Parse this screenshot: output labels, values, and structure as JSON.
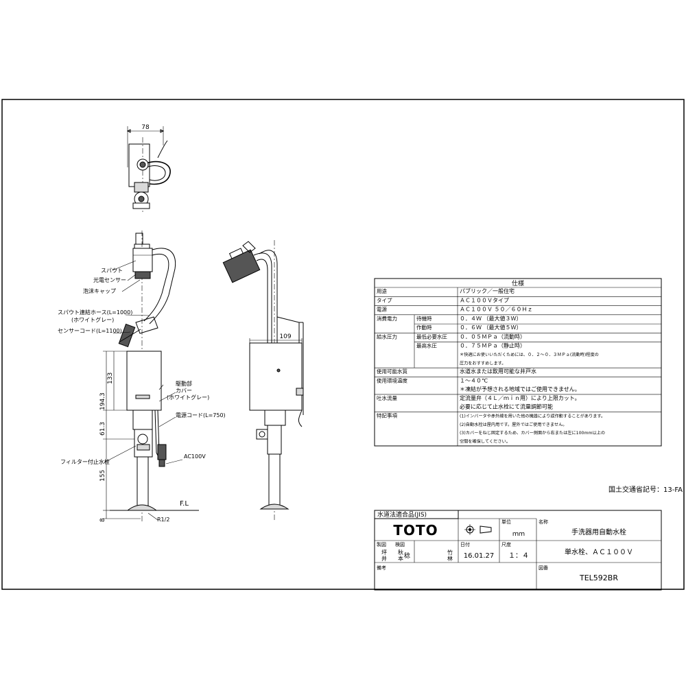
{
  "top_view": {
    "dim_width": "78"
  },
  "front_view": {
    "labels": {
      "spout": "スパウト",
      "sensor": "光電センサー",
      "cap": "泡沫キャップ",
      "hose_line1": "スパウト連結ホース(L=1000)",
      "hose_line2": "(ホワイトグレー)",
      "sensor_cord": "センサーコード(L=1100)",
      "drive_unit": "駆動部",
      "cover_line1": "カバー",
      "cover_line2": "(ホワイトグレー)",
      "power_cord": "電源コード(L=750)",
      "filter_valve": "フィルター付止水栓",
      "ac100v": "AC100V",
      "floor_line": "F.L",
      "thread": "R1/2",
      "dim_194_3": "194.3",
      "dim_133": "133",
      "dim_61_3": "61.3",
      "dim_155": "155",
      "dim_8": "8"
    }
  },
  "side_view": {
    "dim_depth": "109"
  },
  "spec_table": {
    "title": "仕様",
    "rows": [
      {
        "label": "用途",
        "sub": "",
        "lines": [
          "パブリック／一般住宅"
        ]
      },
      {
        "label": "タイプ",
        "sub": "",
        "lines": [
          "ＡＣ１００Ｖタイプ"
        ]
      },
      {
        "label": "電源",
        "sub": "",
        "lines": [
          "ＡＣ１００Ｖ ５０／６０Ｈｚ"
        ]
      },
      {
        "label": "消費電力",
        "sub": "待機時",
        "lines": [
          "０．４Ｗ （最大値３Ｗ）"
        ]
      },
      {
        "label": "",
        "sub": "作動時",
        "lines": [
          "０．６Ｗ （最大値５Ｗ）"
        ]
      },
      {
        "label": "給水圧力",
        "sub": "最低必要水圧",
        "lines": [
          "０．０５ＭＰａ（流動時）"
        ]
      },
      {
        "label": "",
        "sub": "最高水圧",
        "lines": [
          "０．７５ＭＰａ（静止時）",
          "＊快適にお使いいただくためには、０．２～０．３ＭＰａ(流動時)程度の",
          "圧力をおすすめします。"
        ]
      },
      {
        "label": "使用可能水質",
        "sub": "",
        "lines": [
          "水道水または飲用可能な井戸水"
        ]
      },
      {
        "label": "使用環境温度",
        "sub": "",
        "lines": [
          "１～４０℃",
          "＊凍結が予想される地域ではご使用できません。"
        ]
      },
      {
        "label": "吐水流量",
        "sub": "",
        "lines": [
          "定流量弁（４Ｌ／ｍｉｎ用）により上限カット。",
          "必要に応じて止水栓にて流量調節可能"
        ]
      },
      {
        "label": "特記事項",
        "sub": "",
        "lines": [
          "(1)インバータや赤外線を用いた他の機器により誤作動することがあります。",
          "(2)自動水栓は屋内用です。屋外ではご使用できません。",
          "(3)カバーをねじ固定するため、カバー側面から右または左に100mm以上の",
          "空間を確保してください。"
        ]
      }
    ]
  },
  "mlit_code": "国土交通省記号：13-FA",
  "title_block": {
    "jis": "水道法適合品(JIS)",
    "brand": "TOTO",
    "unit_label": "単位",
    "unit_value": "ｍｍ",
    "name_label": "名称",
    "name_value": "手洗器用自動水栓",
    "drawn_label": "製図",
    "checked_label": "検図",
    "drawn_names": [
      "坪",
      "井"
    ],
    "checked_names": [
      "秋",
      "本",
      "竹",
      "林"
    ],
    "checked_seal": "稔",
    "date_label": "日付",
    "date_value": "16.01.27",
    "scale_label": "尺度",
    "scale_value": "１：４",
    "subname_value": "単水栓、ＡＣ１００Ｖ",
    "remarks_label": "備考",
    "drawing_no_label": "図番",
    "drawing_no": "TEL592BR"
  }
}
